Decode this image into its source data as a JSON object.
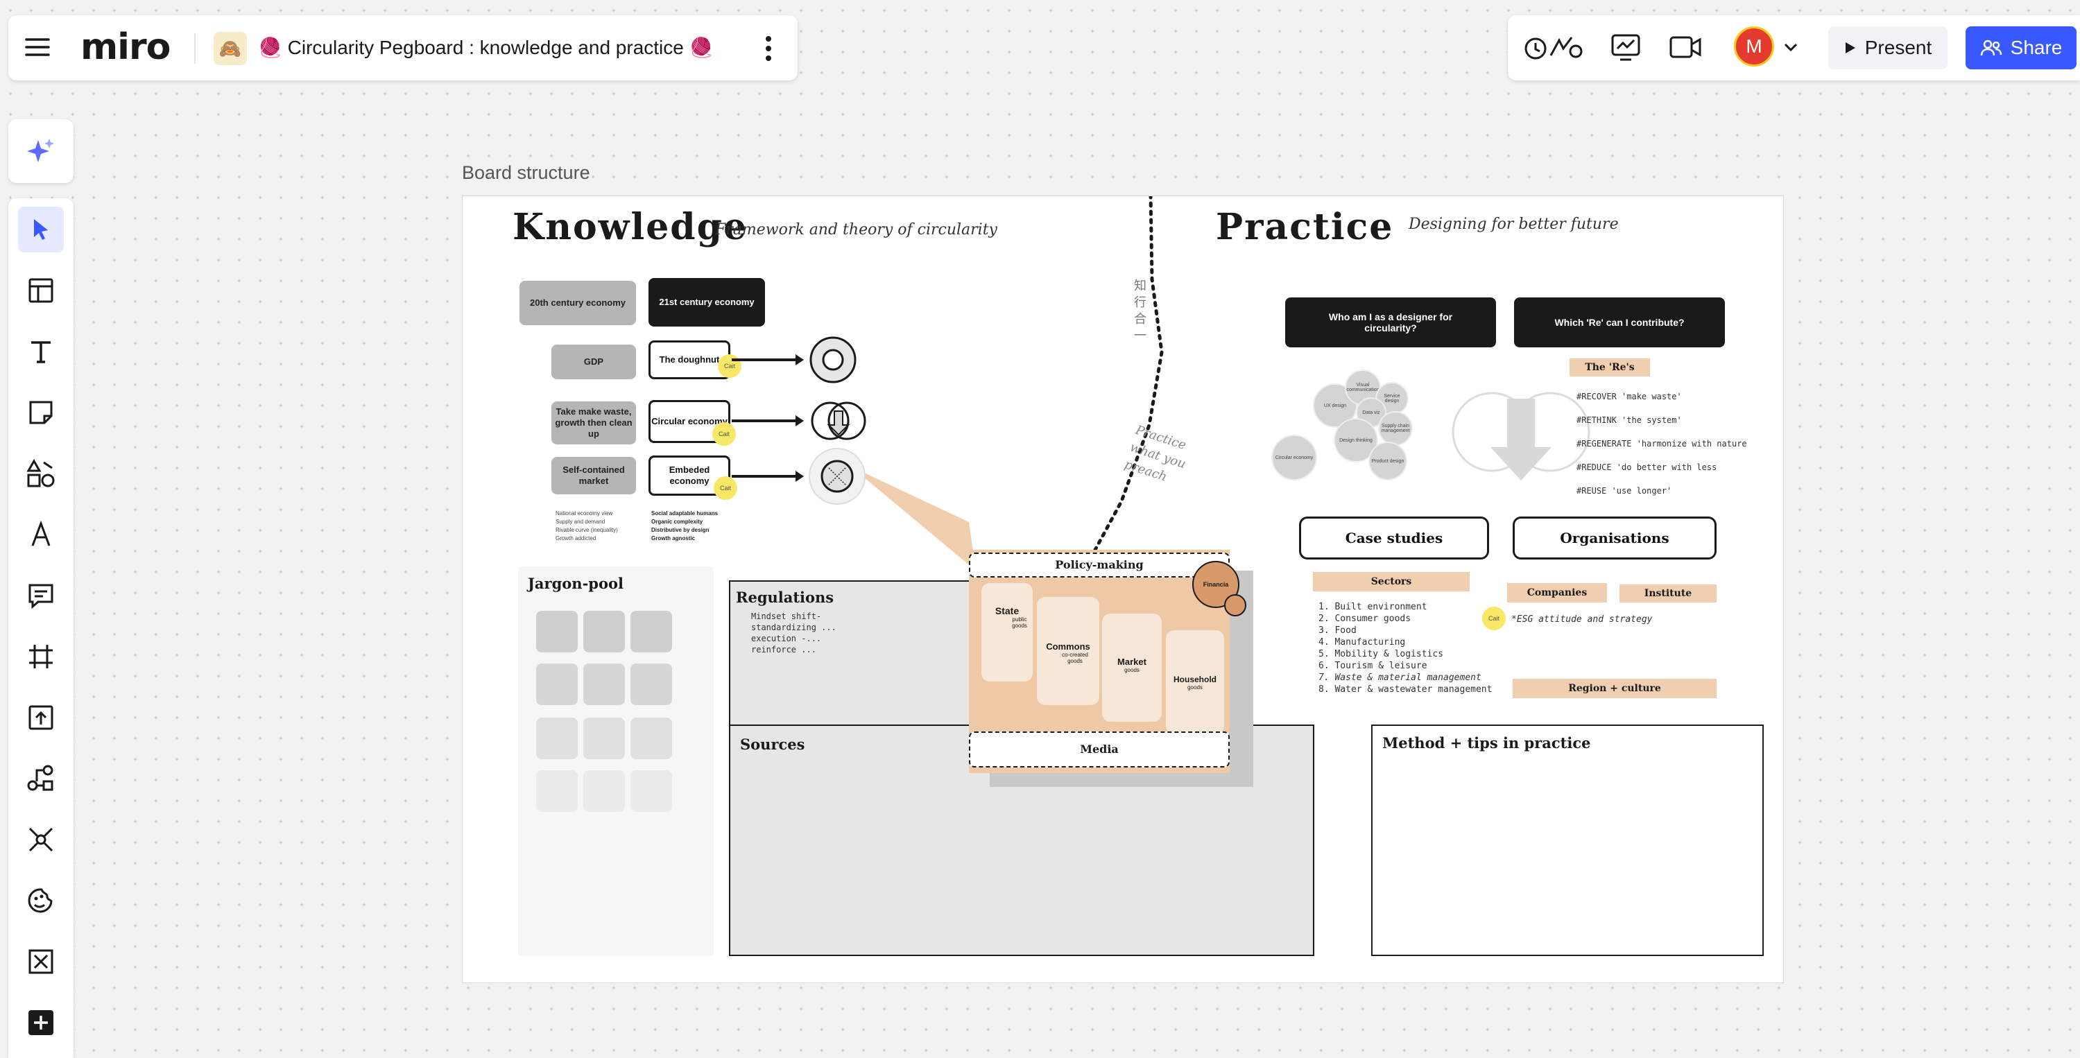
{
  "app": {
    "logo": "miro",
    "board_title": "🧶 Circularity Pegboard : knowledge and practice 🧶",
    "board_emoji": "🙈"
  },
  "header_right": {
    "reactions_icon": "timer-reactions-icon",
    "avatar_initial": "M",
    "present_label": "Present",
    "share_label": "Share",
    "accent": "#3859ff"
  },
  "toolbar": {
    "tools": [
      "select",
      "templates",
      "text",
      "sticky-note",
      "shapes",
      "pen",
      "comment",
      "frame",
      "upload",
      "diagram",
      "mind-map",
      "stickers",
      "embed",
      "more"
    ]
  },
  "board": {
    "frame_label": "Board structure",
    "knowledge": {
      "title": "Knowledge",
      "subtitle": "Framework and theory of circularity",
      "col20": "20th century economy",
      "col21": "21st century economy",
      "rows": [
        {
          "old": "GDP",
          "new": "The doughnut",
          "tag": "Cait"
        },
        {
          "old": "Take make waste, growth then clean up",
          "new": "Circular economy",
          "tag": "Cait"
        },
        {
          "old": "Self-contained market",
          "new": "Embeded economy",
          "tag": "Cait"
        }
      ],
      "left_notes": [
        "National economy view",
        "Supply and demand",
        "Rivable curve (inequality)",
        "Growth addicted"
      ],
      "right_notes": [
        "Social adaptable humans",
        "Organic complexity",
        "Distributive by design",
        "Growth agnostic"
      ],
      "side_text": "知行合一",
      "practice_note": "Practice what you preach"
    },
    "practice": {
      "title": "Practice",
      "subtitle": "Designing for better future",
      "q1": "Who am I as a designer for circularity?",
      "q2": "Which 'Re' can I contribute?",
      "res_label": "The 'Re's",
      "res": [
        "#RECOVER 'make waste'",
        "#RETHINK 'the system'",
        "#REGENERATE 'harmonize with nature",
        "#REDUCE 'do better with less",
        "#REUSE 'use longer'"
      ],
      "bubbles": [
        "Visual communication",
        "Service design",
        "UX design",
        "Data viz",
        "Supply chain management",
        "Design thinking",
        "Product design",
        "Circular economy"
      ],
      "case_studies": "Case studies",
      "organisations": "Organisations",
      "sectors_label": "Sectors",
      "sectors": [
        "1. Built environment",
        "2. Consumer goods",
        "3. Food",
        "4. Manufacturing",
        "5. Mobility & logistics",
        "6. Tourism & leisure",
        "7. Waste & material management",
        "8. Water & wastewater management"
      ],
      "companies_label": "Companies",
      "institute_label": "Institute",
      "esg_text": "*ESG attitude and strategy",
      "esg_tag": "Cait",
      "region_label": "Region + culture",
      "method_title": "Method + tips in practice"
    },
    "jargon_title": "Jargon-pool",
    "regulations": {
      "title": "Regulations",
      "items": [
        "Mindset shift-",
        "standardizing ...",
        "execution -...",
        "reinforce ..."
      ]
    },
    "sources_title": "Sources",
    "policy_title": "Policy-making",
    "media_title": "Media",
    "financial_label": "Financia",
    "pillars": [
      {
        "name": "State",
        "sub": "public goods"
      },
      {
        "name": "Commons",
        "sub": "co-created goods"
      },
      {
        "name": "Market",
        "sub": "goods"
      },
      {
        "name": "Household",
        "sub": "goods"
      }
    ]
  }
}
